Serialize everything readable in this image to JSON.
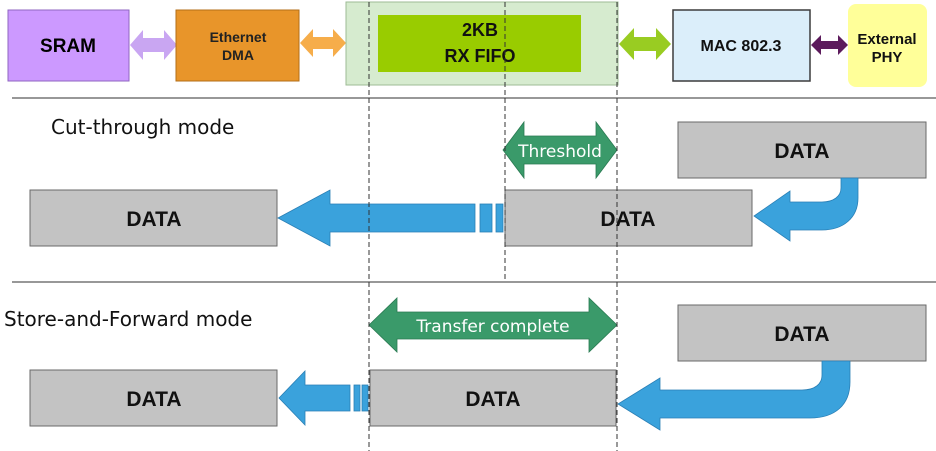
{
  "blocks": {
    "sram": "SRAM",
    "dma_line1": "Ethernet",
    "dma_line2": "DMA",
    "fifo_line1": "2KB",
    "fifo_line2": "RX FIFO",
    "mac": "MAC 802.3",
    "phy_line1": "External",
    "phy_line2": "PHY"
  },
  "cut_through": {
    "title": "Cut-through mode",
    "threshold": "Threshold",
    "data_left": "DATA",
    "data_fifo": "DATA",
    "data_phy": "DATA"
  },
  "store_forward": {
    "title": "Store-and-Forward mode",
    "transfer": "Transfer complete",
    "data_left": "DATA",
    "data_fifo": "DATA",
    "data_phy": "DATA"
  },
  "colors": {
    "sram": "#cc99ff",
    "dma": "#e8952a",
    "fifo_outer": "#d6ebcf",
    "fifo_inner": "#99cc00",
    "mac": "#dbeefa",
    "phy": "#ffff99",
    "data_box": "#c3c3c3",
    "blue_arrow": "#3aa2dc",
    "green_arrow": "#3a9a6a"
  }
}
